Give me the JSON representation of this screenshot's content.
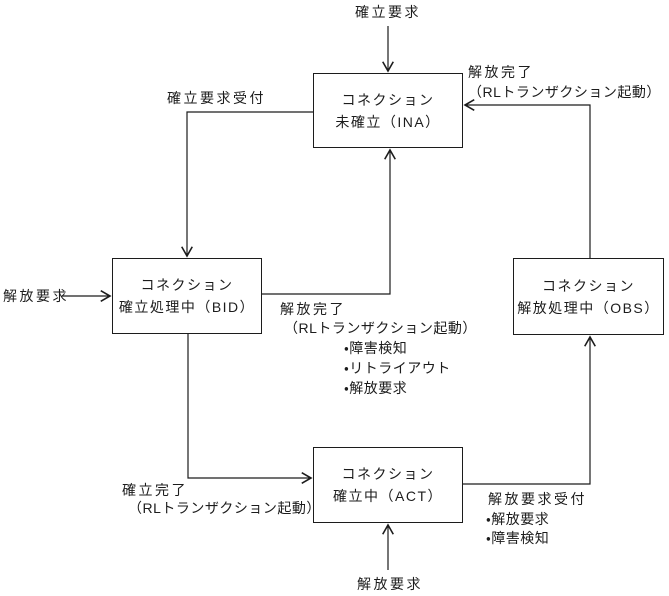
{
  "colors": {
    "line": "#1c1c1c",
    "text": "#1c1c1c",
    "background": "#ffffff",
    "box_background": "#ffffff"
  },
  "states": {
    "ina": {
      "line1": "コネクション",
      "line2": "未確立（INA）"
    },
    "bid": {
      "line1": "コネクション",
      "line2": "確立処理中（BID）"
    },
    "obs": {
      "line1": "コネクション",
      "line2": "解放処理中（OBS）"
    },
    "act": {
      "line1": "コネクション",
      "line2": "確立中（ACT）"
    }
  },
  "transitions": {
    "establish_request": {
      "label": "確立要求"
    },
    "establish_request_accepted": {
      "label": "確立要求受付"
    },
    "release_request_to_bid": {
      "label": "解放要求"
    },
    "release_complete_bid_to_ina": {
      "label_line1": "解放完了",
      "label_line2": "（RLトランザクション起動）",
      "bullets": [
        "・障害検知",
        "・リトライアウト",
        "・解放要求"
      ]
    },
    "establish_complete": {
      "label_line1": "確立完了",
      "label_line2": "（RLトランザクション起動）"
    },
    "release_request_to_act": {
      "label": "解放要求"
    },
    "release_request_accepted": {
      "label": "解放要求受付",
      "bullets": [
        "・解放要求",
        "・障害検知"
      ]
    },
    "release_complete_obs_to_ina": {
      "label_line1": "解放完了",
      "label_line2": "（RLトランザクション起動）"
    }
  }
}
